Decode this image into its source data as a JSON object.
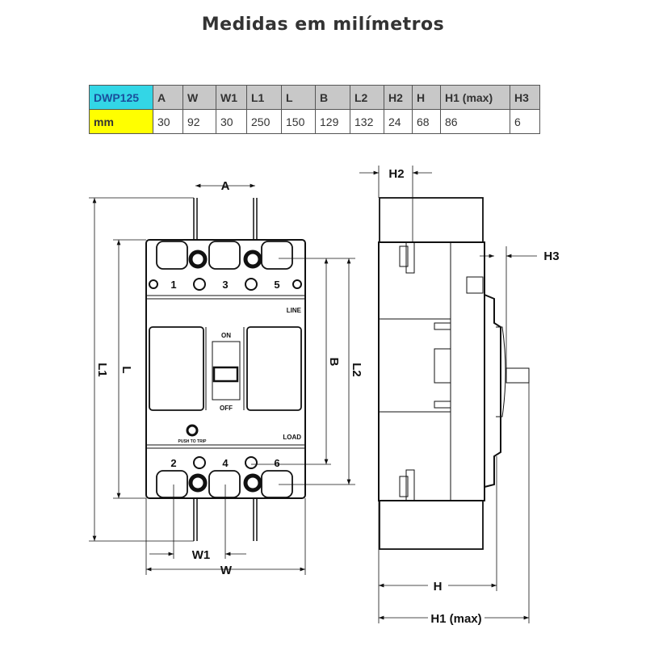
{
  "title": "Medidas em milímetros",
  "table": {
    "model": "DWP125",
    "unit": "mm",
    "columns": [
      "A",
      "W",
      "W1",
      "L1",
      "L",
      "B",
      "L2",
      "H2",
      "H",
      "H1 (max)",
      "H3"
    ],
    "values": [
      "30",
      "92",
      "30",
      "250",
      "150",
      "129",
      "132",
      "24",
      "68",
      "86",
      "6"
    ]
  },
  "drawing": {
    "terminal_numbers": [
      "1",
      "3",
      "5",
      "2",
      "4",
      "6"
    ],
    "line_label": "LINE",
    "load_label": "LOAD",
    "on_label": "ON",
    "off_label": "OFF",
    "push_to_trip": "PUSH TO TRIP",
    "dims": {
      "A": "A",
      "W": "W",
      "W1": "W1",
      "L1": "L1",
      "L": "L",
      "B": "B",
      "L2": "L2",
      "H2": "H2",
      "H": "H",
      "H1": "H1 (max)",
      "H3": "H3"
    }
  }
}
